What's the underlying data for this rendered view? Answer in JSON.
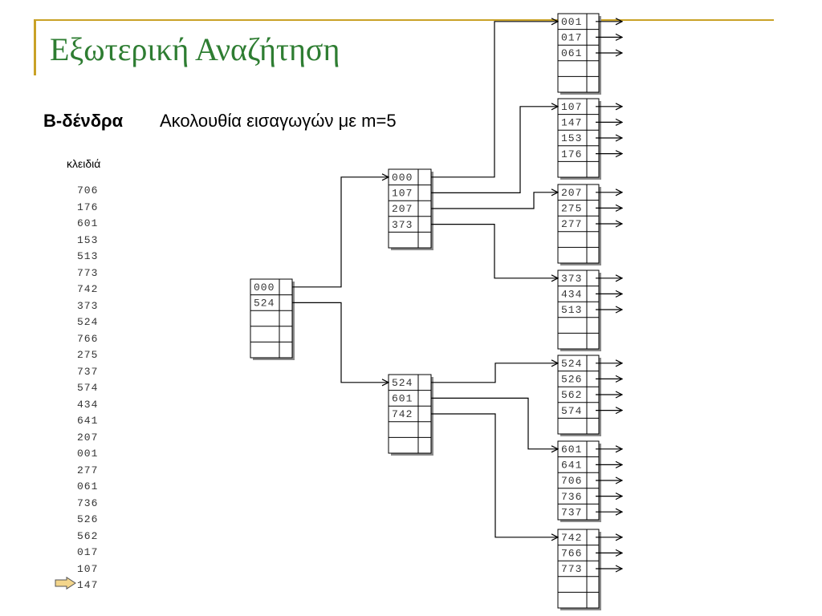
{
  "title": "Εξωτερική Αναζήτηση",
  "heading": "Β-δένδρα",
  "subtitle": "Ακολουθία εισαγωγών με m=5",
  "keys_title": "κλειδιά",
  "key_sequence": [
    "706",
    "176",
    "601",
    "153",
    "513",
    "773",
    "742",
    "373",
    "524",
    "766",
    "275",
    "737",
    "574",
    "434",
    "641",
    "207",
    "001",
    "277",
    "061",
    "736",
    "526",
    "562",
    "017",
    "107",
    "147"
  ],
  "current_key": "147",
  "colors": {
    "title": "#2e7d32",
    "accent": "#c9a227",
    "pointer": "#f3d58b"
  },
  "tree": {
    "root": {
      "id": "root",
      "keys": [
        "000",
        "524"
      ]
    },
    "internal": [
      {
        "id": "n1",
        "keys": [
          "000",
          "107",
          "207",
          "373"
        ]
      },
      {
        "id": "n2",
        "keys": [
          "524",
          "601",
          "742"
        ]
      }
    ],
    "leaves": [
      {
        "id": "l1",
        "keys": [
          "001",
          "017",
          "061"
        ]
      },
      {
        "id": "l2",
        "keys": [
          "107",
          "147",
          "153",
          "176"
        ]
      },
      {
        "id": "l3",
        "keys": [
          "207",
          "275",
          "277"
        ]
      },
      {
        "id": "l4",
        "keys": [
          "373",
          "434",
          "513"
        ]
      },
      {
        "id": "l5",
        "keys": [
          "524",
          "526",
          "562",
          "574"
        ]
      },
      {
        "id": "l6",
        "keys": [
          "601",
          "641",
          "706",
          "736",
          "737"
        ]
      },
      {
        "id": "l7",
        "keys": [
          "742",
          "766",
          "773"
        ]
      }
    ]
  }
}
